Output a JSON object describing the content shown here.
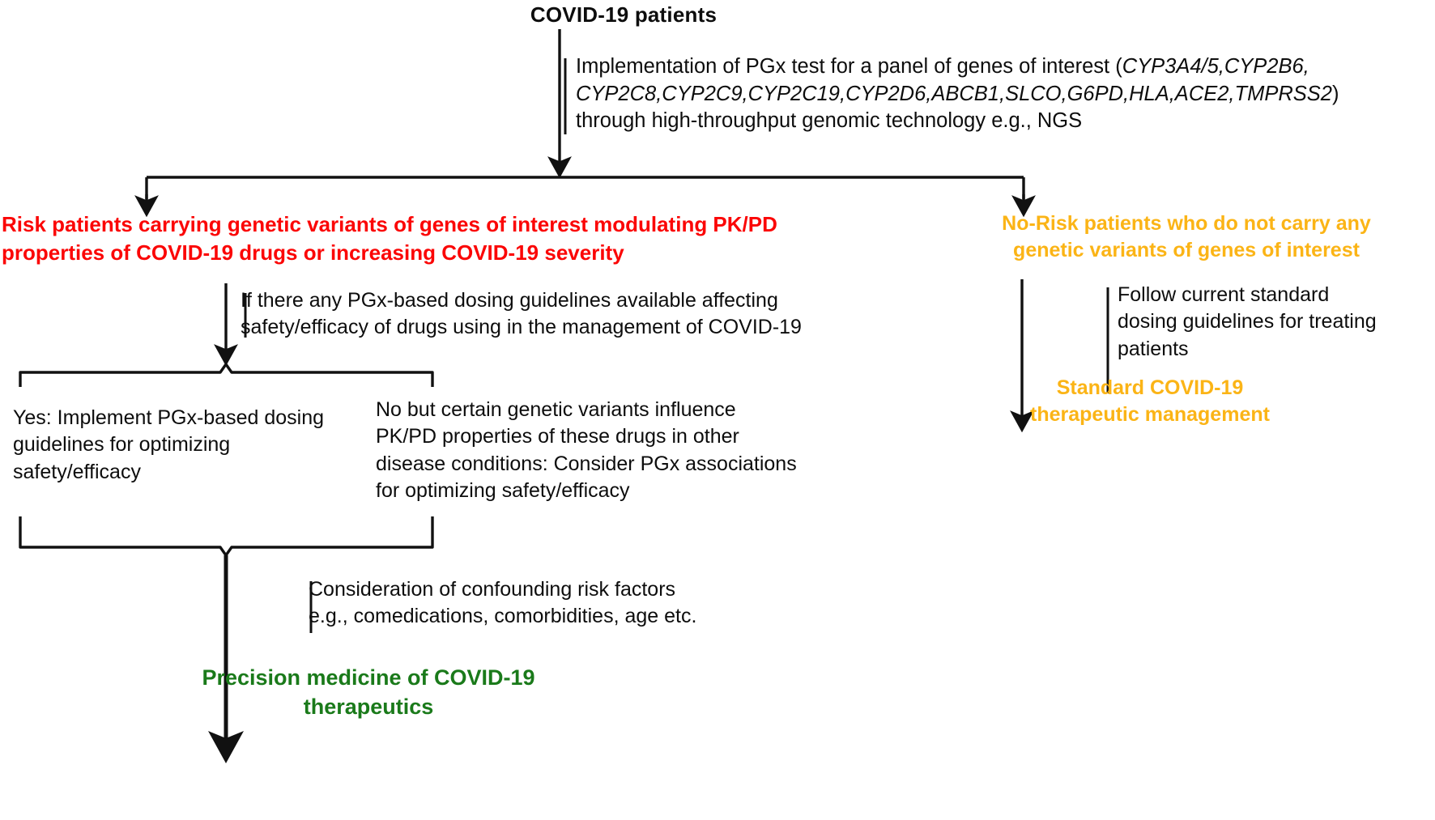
{
  "figure": {
    "kind": "flowchart",
    "background": "#ffffff",
    "palette": {
      "text": "#0d0d0d",
      "risk_red": "#fb0606",
      "norisk_orange": "#fbb416",
      "terminal_green": "#1a7a1a",
      "connector": "#111111"
    }
  },
  "nodes": {
    "root": {
      "label": "COVID-19  patients"
    },
    "pgx_panel": {
      "line1_prefix": "Implementation of PGx test for a panel of genes of interest (",
      "genes": "CYP3A4/5,CYP2B6,\nCYP2C8,CYP2C9,CYP2C19,CYP2D6,ABCB1,SLCO,G6PD,HLA,ACE2,TMPRSS2",
      "line_suffix": ")",
      "line3": "through high-throughput genomic technology e.g., NGS"
    },
    "risk_branch": {
      "label": "Risk patients carrying genetic variants of genes of interest modulating  PK/PD\nproperties of COVID-19 drugs or increasing COVID-19 severity"
    },
    "norisk_branch": {
      "label": "No-Risk patients who do not carry any\ngenetic variants of genes of interest"
    },
    "guideline_question": {
      "label": "If there any PGx-based dosing guidelines available affecting\nsafety/efficacy of drugs using in the management of COVID-19"
    },
    "follow_standard": {
      "label": "Follow current standard\ndosing guidelines for treating\npatients"
    },
    "standard_management": {
      "label": "Standard COVID-19\ntherapeutic management"
    },
    "answer_yes": {
      "label": "Yes: Implement PGx-based dosing\nguidelines for optimizing\nsafety/efficacy"
    },
    "answer_no": {
      "label": "No but certain genetic variants  influence\nPK/PD properties of these drugs in other\ndisease conditions: Consider PGx associations\n for optimizing  safety/efficacy"
    },
    "confounding": {
      "label": "Consideration of confounding risk factors\ne.g., comedications, comorbidities, age etc."
    },
    "final_outcome": {
      "label": "Precision medicine of COVID-19\ntherapeutics"
    }
  }
}
